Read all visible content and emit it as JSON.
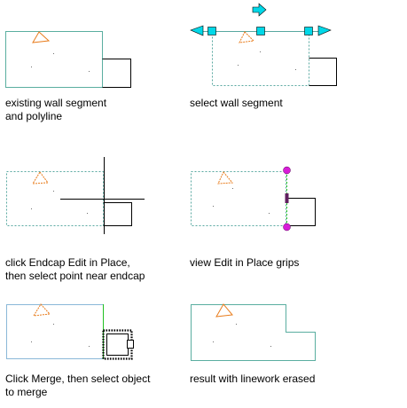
{
  "steps": [
    {
      "caption_line1": "existing wall segment",
      "caption_line2": "and polyline"
    },
    {
      "caption_line1": "select wall segment",
      "caption_line2": ""
    },
    {
      "caption_line1": "click Endcap Edit in Place,",
      "caption_line2": "then select point near endcap"
    },
    {
      "caption_line1": "view Edit in Place grips",
      "caption_line2": ""
    },
    {
      "caption_line1": "Click Merge, then select object",
      "caption_line2": "to merge"
    },
    {
      "caption_line1": "result with linework erased",
      "caption_line2": ""
    }
  ],
  "colors": {
    "wall": "#5aaea0",
    "wall_selected": "#58a8a0",
    "edit_wall": "#8ab8d8",
    "polyline": "#000000",
    "marker": "#e87c1c",
    "grip_cyan": "#00d8e8",
    "grip_magenta": "#d81ed8",
    "grip_dark": "#602060",
    "merge_green": "#20c020",
    "dot": "#707070"
  }
}
